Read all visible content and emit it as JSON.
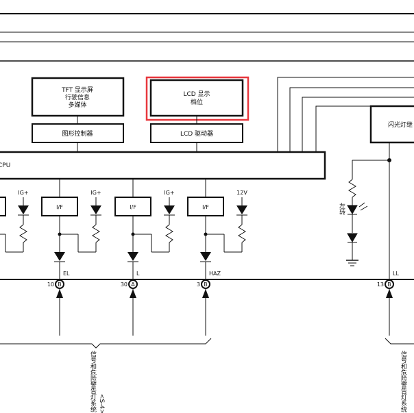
{
  "blocks": {
    "tft_line1": "TFT 显示屏",
    "tft_line2": "行驶信息",
    "tft_line3": "多媒体",
    "lcd_line1": "LCD 显示",
    "lcd_line2": "档位",
    "graphic_controller": "图形控制器",
    "lcd_driver": "LCD 驱动器",
    "cpu": "CPU",
    "flasher": "闪光灯继"
  },
  "interfaces": [
    "I/F",
    "I/F",
    "I/F"
  ],
  "supplies": [
    "IG+",
    "IG+",
    "IG+",
    "12V"
  ],
  "outputs": [
    "EL",
    "L",
    "HAZ",
    "LL"
  ],
  "connectors": [
    {
      "pin": "10",
      "letter": "B"
    },
    {
      "pin": "30",
      "letter": "A"
    },
    {
      "pin": "3",
      "letter": "B"
    },
    {
      "pin": "13",
      "letter": "B"
    }
  ],
  "left_turn_label": "左转",
  "system_note_left": "信号和危险警告灯系统",
  "system_note_left_ref": "<S-4>",
  "system_note_right": "信号和危险警告灯系统",
  "highlight_color": "#e8373d"
}
